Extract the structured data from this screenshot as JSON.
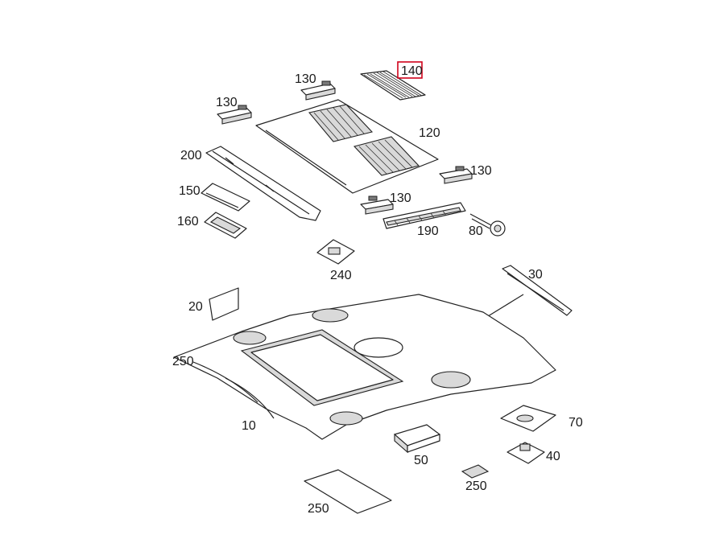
{
  "highlight_color": "#d0021b",
  "callouts": {
    "p140": "140",
    "p130a": "130",
    "p130b": "130",
    "p120": "120",
    "p130c": "130",
    "p200": "200",
    "p150": "150",
    "p130d": "130",
    "p160": "160",
    "p190": "190",
    "p80": "80",
    "p240": "240",
    "p30": "30",
    "p20": "20",
    "p250a": "250",
    "p10": "10",
    "p70": "70",
    "p40": "40",
    "p50": "50",
    "p250b": "250",
    "p250c": "250"
  },
  "highlighted": "p140"
}
